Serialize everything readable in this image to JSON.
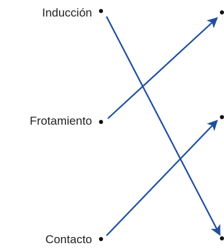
{
  "left_items": [
    {
      "label": "Inducción"
    },
    {
      "label": "Frotamiento"
    },
    {
      "label": "Contacto"
    }
  ],
  "connections": [
    {
      "from": 0,
      "to": 2
    },
    {
      "from": 1,
      "to": 0
    },
    {
      "from": 2,
      "to": 1
    }
  ],
  "colors": {
    "arrow": "#1f4f9c",
    "dot": "#111111",
    "text": "#222222"
  }
}
